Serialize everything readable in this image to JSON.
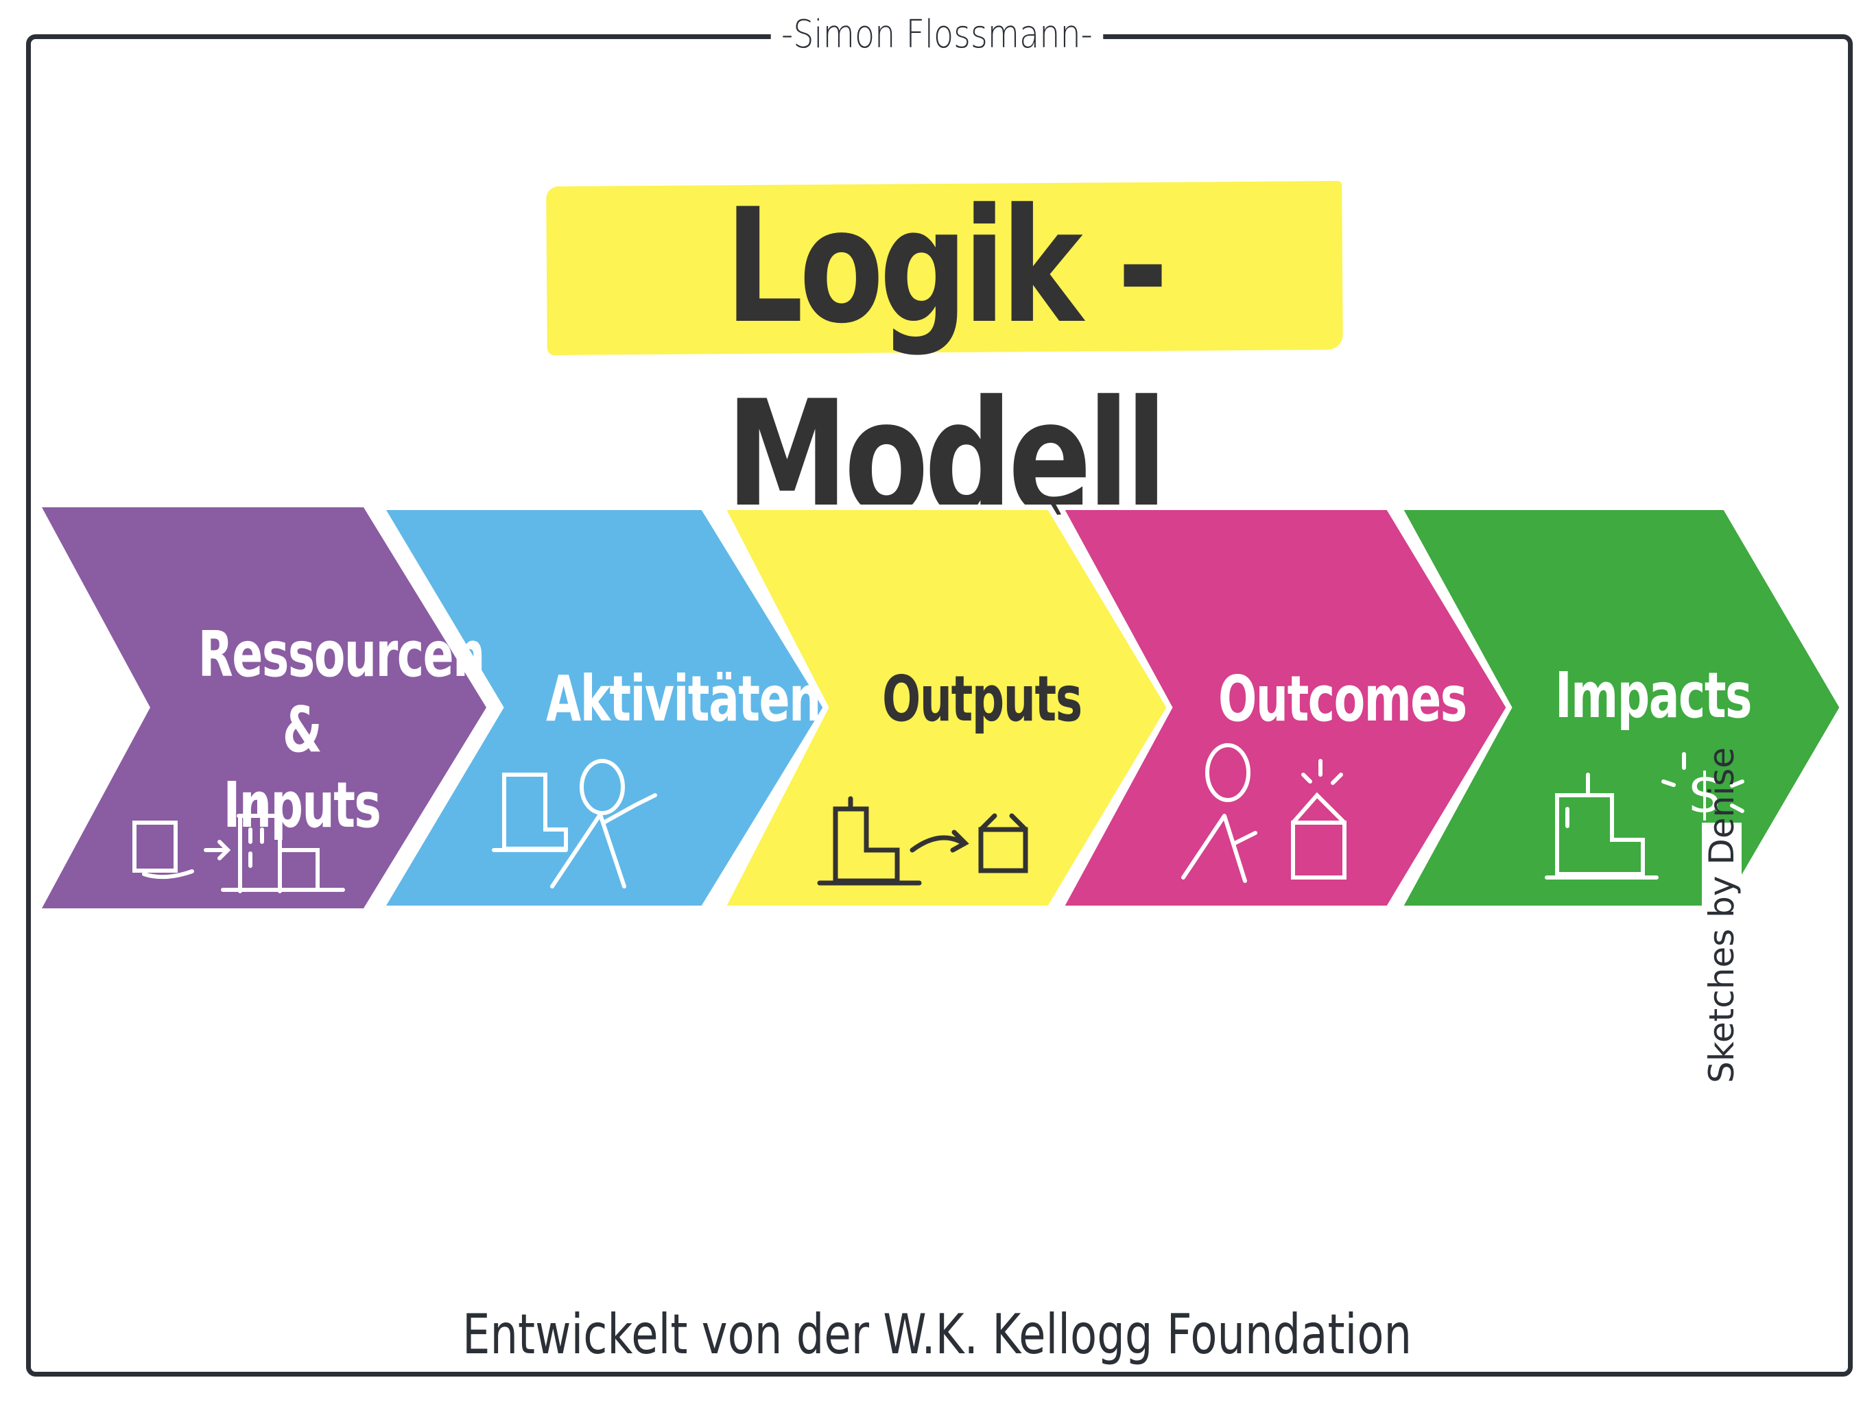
{
  "author": "-Simon Flossmann-",
  "title": "Logik - Modell",
  "steps": [
    {
      "label_line1": "Ressourcen",
      "label_line2": "& Inputs",
      "color": "#8a5ca2",
      "icon": "money-to-building-icon"
    },
    {
      "label_line1": "Aktivitäten",
      "label_line2": "",
      "color": "#60b8e8",
      "icon": "person-working-icon"
    },
    {
      "label_line1": "Outputs",
      "label_line2": "",
      "color": "#fdf352",
      "icon": "building-to-box-icon"
    },
    {
      "label_line1": "Outcomes",
      "label_line2": "",
      "color": "#d6408c",
      "icon": "person-with-box-icon"
    },
    {
      "label_line1": "Impacts",
      "label_line2": "",
      "color": "#3eaa40",
      "icon": "building-with-dollar-icon"
    }
  ],
  "footer": "Entwickelt von der W.K. Kellogg Foundation",
  "side_credit": "Sketches by Denise"
}
